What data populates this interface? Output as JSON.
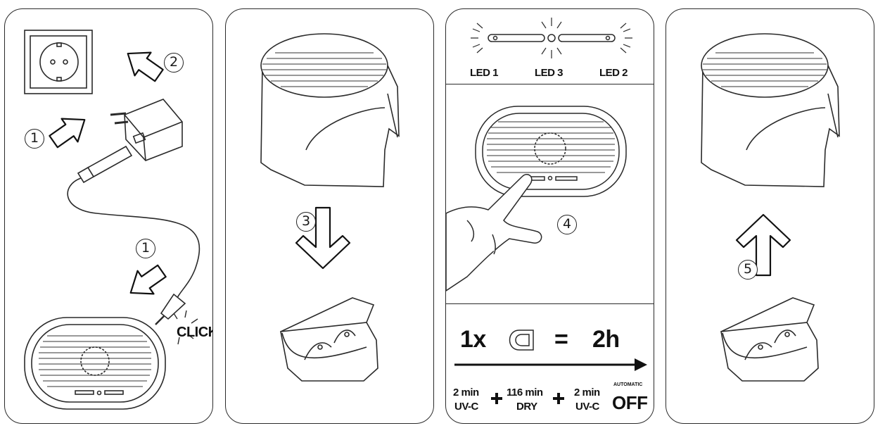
{
  "panels": [
    {
      "steps": [
        "1",
        "2",
        "1"
      ],
      "click_label": "CLICK"
    },
    {
      "steps": [
        "3"
      ]
    },
    {
      "steps": [
        "4"
      ],
      "led_labels": [
        "LED 1",
        "LED 3",
        "LED 2"
      ],
      "equation": {
        "count": "1x",
        "equals": "=",
        "duration": "2h"
      },
      "cycle": [
        {
          "value": "2 min",
          "mode": "UV-C"
        },
        {
          "value": "116 min",
          "mode": "DRY"
        },
        {
          "value": "2 min",
          "mode": "UV-C"
        },
        {
          "value": "AUTOMATIC",
          "mode": "OFF"
        }
      ],
      "plus_signs": [
        "+",
        "+"
      ]
    },
    {
      "steps": [
        "5"
      ]
    }
  ],
  "colors": {
    "line": "#2a2a2a",
    "grille": "#333333",
    "background": "#ffffff"
  }
}
